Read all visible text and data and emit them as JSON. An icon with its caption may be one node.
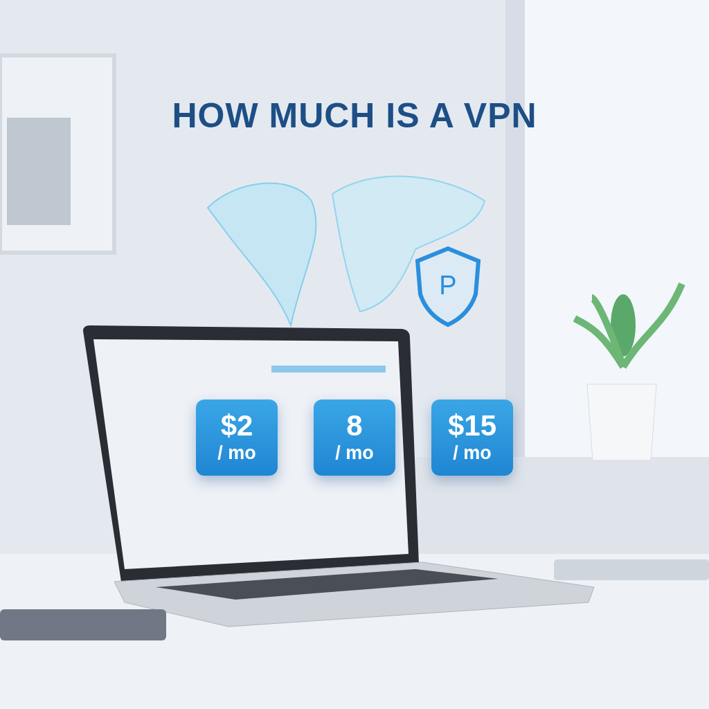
{
  "diagram": {
    "title": "HOW MUCH IS A VPN",
    "nodes": [
      {
        "text": [
          "$2",
          "/ mo"
        ]
      },
      {
        "text": [
          "8",
          "/ mo"
        ]
      },
      {
        "text": [
          "$15",
          "/ mo"
        ]
      },
      {
        "text": [
          "P"
        ]
      }
    ]
  }
}
